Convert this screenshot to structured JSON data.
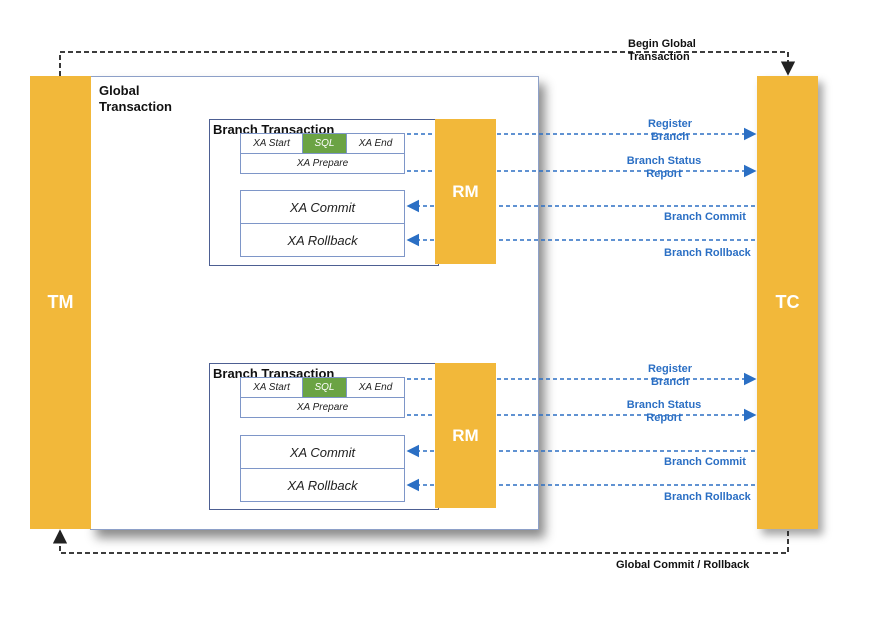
{
  "tm": {
    "label": "TM"
  },
  "tc": {
    "label": "TC"
  },
  "global": {
    "label": "Global\nTransaction"
  },
  "top_loop_label": "Begin Global\nTransaction",
  "bottom_loop_label": "Global Commit / Rollback",
  "branches": [
    {
      "title": "Branch Transaction",
      "xa_start": "XA Start",
      "sql": "SQL",
      "xa_end": "XA End",
      "xa_prepare": "XA Prepare",
      "xa_commit": "XA Commit",
      "xa_rollback": "XA Rollback",
      "rm": "RM",
      "register": "Register\nBranch",
      "status": "Branch Status\nReport",
      "commit": "Branch Commit",
      "rollback": "Branch Rollback"
    },
    {
      "title": "Branch Transaction",
      "xa_start": "XA Start",
      "sql": "SQL",
      "xa_end": "XA End",
      "xa_prepare": "XA Prepare",
      "xa_commit": "XA Commit",
      "xa_rollback": "XA Rollback",
      "rm": "RM",
      "register": "Register\nBranch",
      "status": "Branch Status\nReport",
      "commit": "Branch Commit",
      "rollback": "Branch Rollback"
    }
  ],
  "colors": {
    "bar": "#f2b83a",
    "arrow": "#2b6fc4",
    "sql": "#6ba344",
    "loop": "#222222"
  }
}
